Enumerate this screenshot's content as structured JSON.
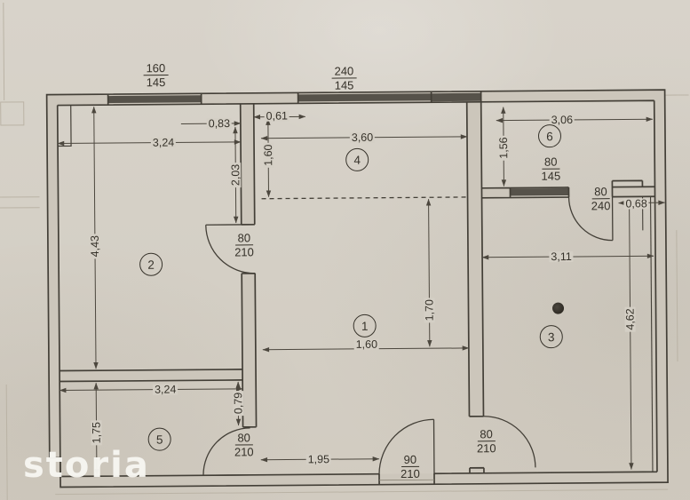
{
  "watermark": {
    "brand": "storia"
  },
  "plan": {
    "rooms": {
      "r1": "1",
      "r2": "2",
      "r3": "3",
      "r4": "4",
      "r5": "5",
      "r6": "6"
    },
    "openings": {
      "window_left": {
        "width_cm": "160",
        "height_cm": "145"
      },
      "window_mid": {
        "width_cm": "240",
        "height_cm": "145"
      },
      "window_room6": {
        "width_cm": "80",
        "height_cm": "145"
      },
      "door_room6": {
        "width_cm": "80",
        "height_cm": "240"
      },
      "door_room2": {
        "width_cm": "80",
        "height_cm": "210"
      },
      "door_room5": {
        "width_cm": "80",
        "height_cm": "210"
      },
      "door_room3": {
        "width_cm": "80",
        "height_cm": "210"
      },
      "door_entrance": {
        "width_cm": "90",
        "height_cm": "210"
      }
    },
    "dimensions_m": {
      "top_left_wall": "3,24",
      "pier_left": "0,83",
      "pier_right": "0,61",
      "room4_width": "3,60",
      "room6_width": "3,06",
      "room6_height": "1,56",
      "room2_upper": "2,03",
      "hall_upper": "1,60",
      "room2_height": "4,43",
      "room3_width": "3,11",
      "shaft_width": "0,68",
      "hall_height": "1,70",
      "hall_width": "1,60",
      "room3_height": "4,62",
      "room5_width": "3,24",
      "room5_door_pier": "0,79",
      "room5_height": "1,75",
      "hall_bottom": "1,95"
    }
  }
}
